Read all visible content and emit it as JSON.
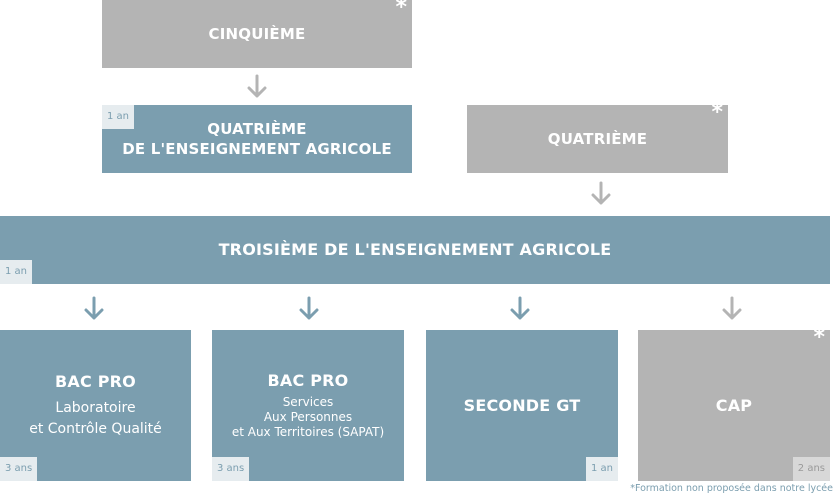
{
  "boxes": {
    "cinquieme": {
      "title": "CINQUIÈME",
      "star": "*"
    },
    "quatrieme_ea": {
      "title_line1": "QUATRIÈME",
      "title_line2": "DE L'ENSEIGNEMENT AGRICOLE",
      "duration": "1 an"
    },
    "quatrieme": {
      "title": "QUATRIÈME",
      "star": "*"
    },
    "troisieme_ea": {
      "title": "TROISIÈME DE L'ENSEIGNEMENT AGRICOLE",
      "duration": "1 an"
    },
    "bac_pro_lab": {
      "title": "BAC PRO",
      "line1": "Laboratoire",
      "line2": "et Contrôle Qualité",
      "duration": "3 ans"
    },
    "bac_pro_sapat": {
      "title": "BAC PRO",
      "line1": "Services",
      "line2": "Aux Personnes",
      "line3": "et Aux Territoires (SAPAT)",
      "duration": "3 ans"
    },
    "seconde_gt": {
      "title": "SECONDE GT",
      "duration": "1 an"
    },
    "cap": {
      "title": "CAP",
      "duration": "2 ans",
      "star": "*"
    }
  },
  "footnote": "*Formation non proposée dans notre lycée",
  "colors": {
    "offered": "#7b9eaf",
    "not_offered": "#b4b4b4",
    "arrow_blue": "#7b9eaf",
    "arrow_gray": "#b4b4b4"
  }
}
